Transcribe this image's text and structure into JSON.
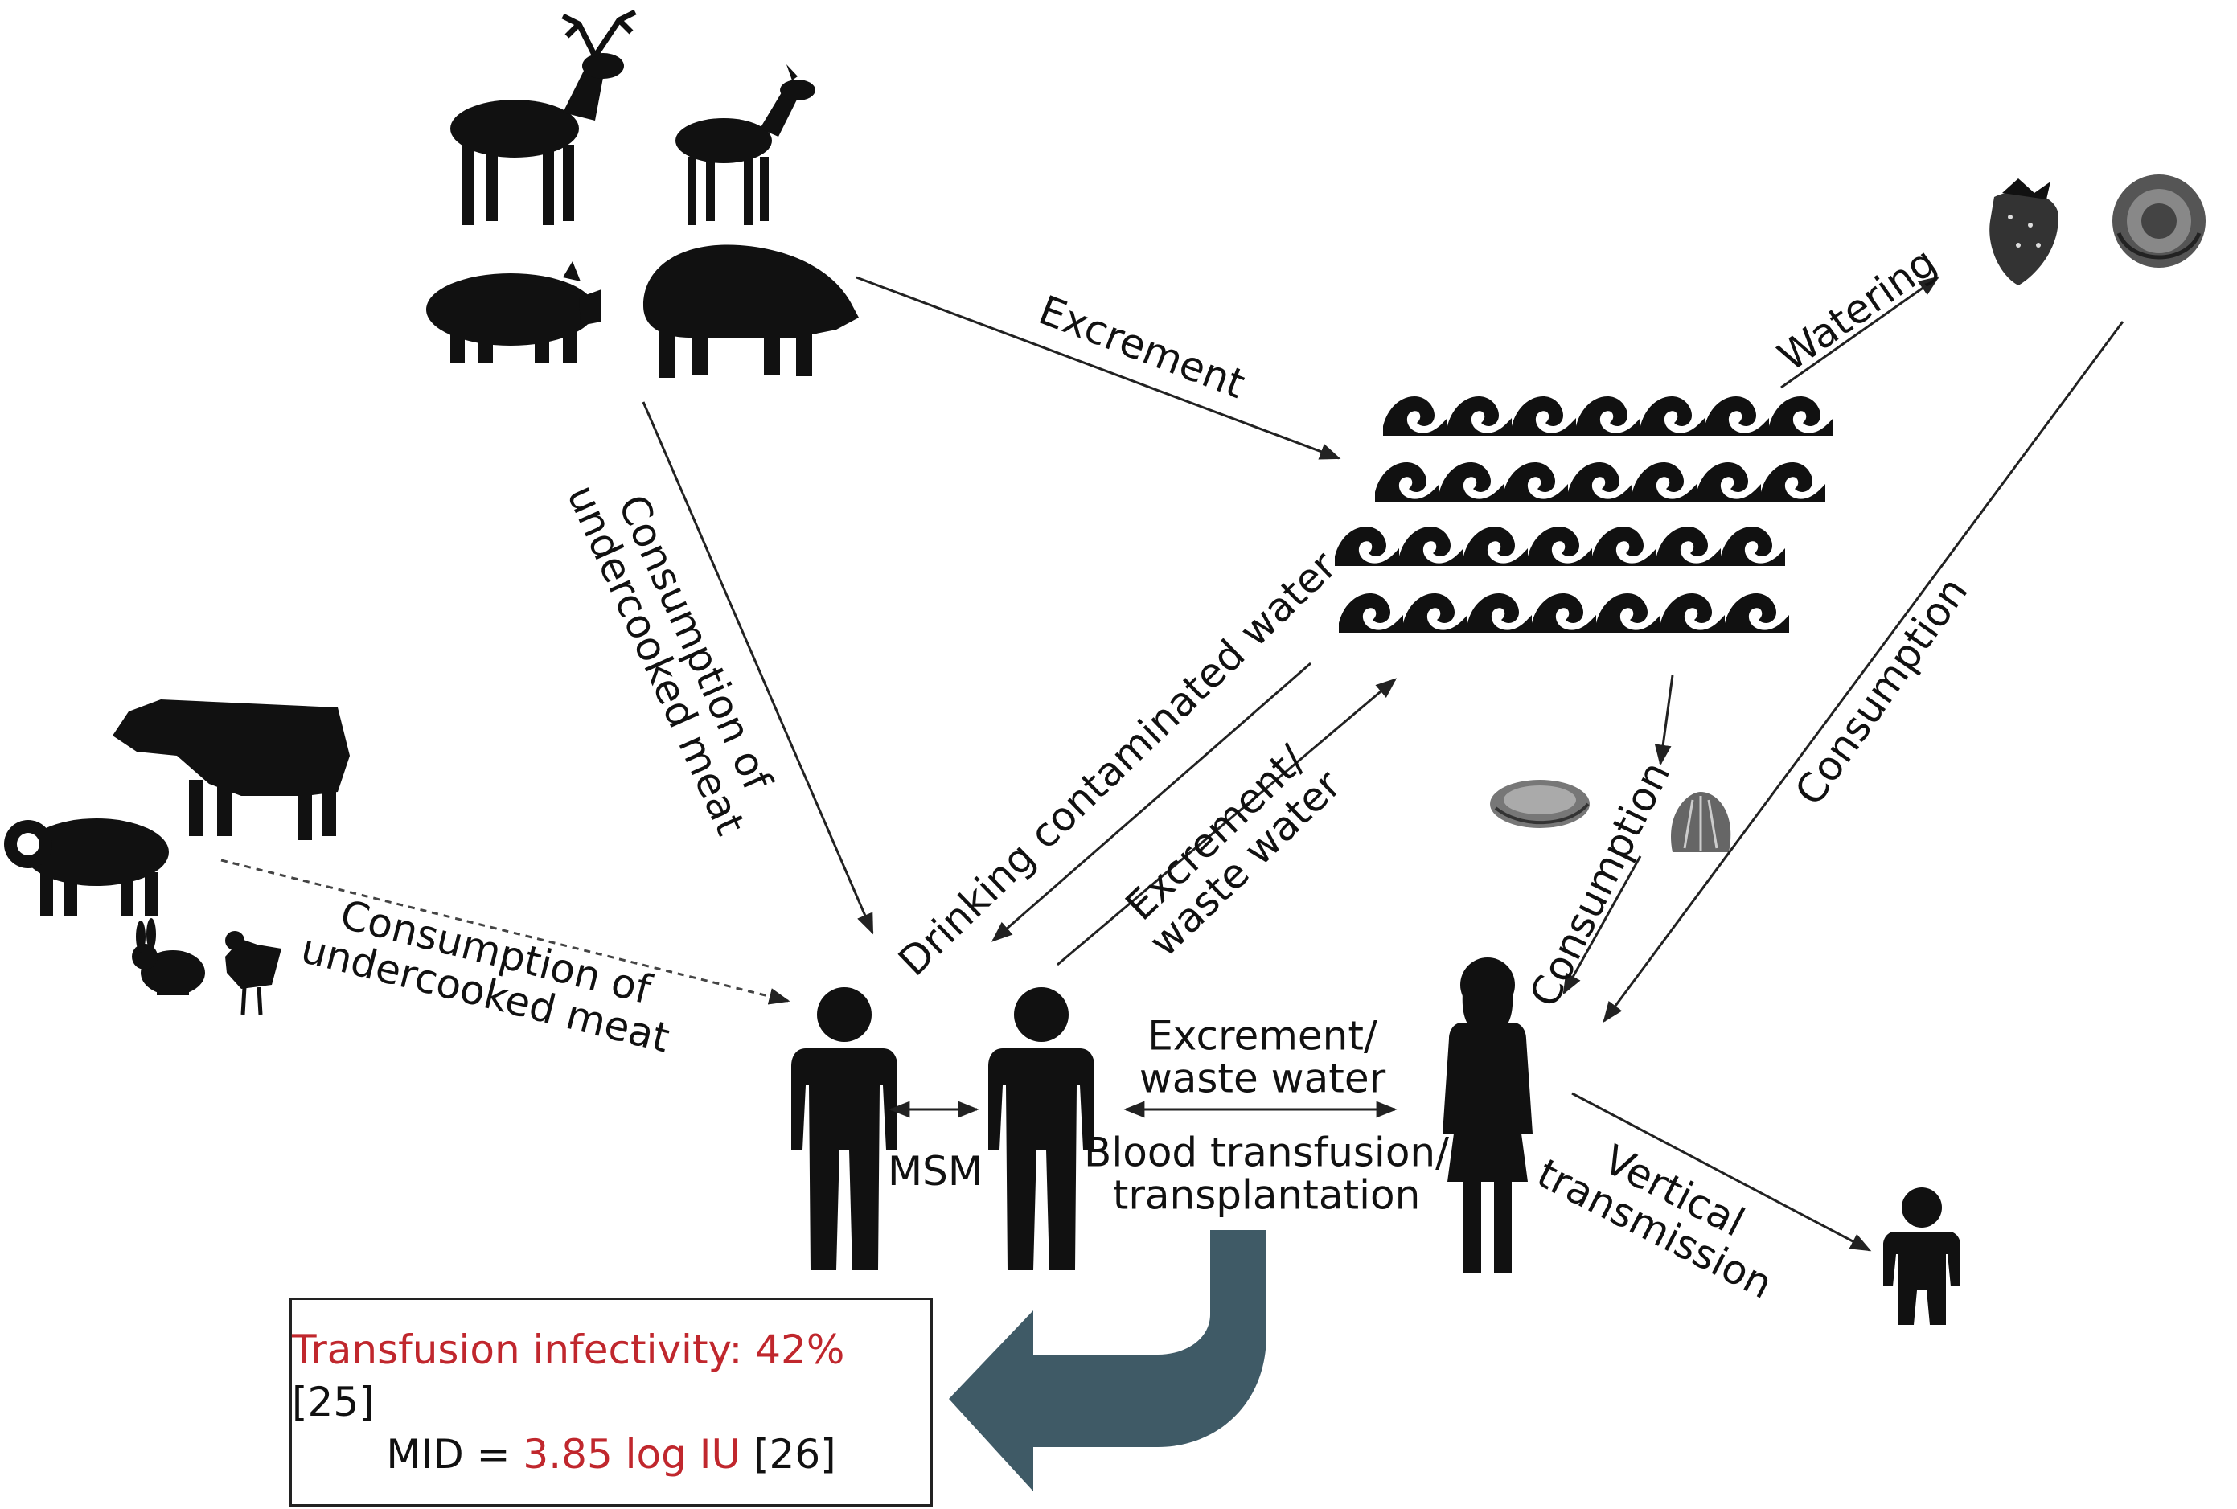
{
  "labels": {
    "excrement": "Excrement",
    "watering": "Watering",
    "consumption_meat_vertical": [
      "Consumption of",
      "undercooked meat"
    ],
    "consumption_meat_livestock": [
      "Consumption of",
      "undercooked meat"
    ],
    "drinking_water": "Drinking contaminated water",
    "excrement_waste_diag": [
      "Excrement/",
      "waste water"
    ],
    "consumption_shellfish": "Consumption",
    "consumption_produce": "Consumption",
    "msm": "MSM",
    "excrement_waste_horizontal": [
      "Excrement/",
      "waste water"
    ],
    "blood_transfusion": [
      "Blood transfusion/",
      "transplantation"
    ],
    "vertical_transmission": [
      "Vertical",
      "transmission"
    ]
  },
  "info_box": {
    "line1_red": "Transfusion infectivity: 42%",
    "line1_ref": " [25]",
    "line2_prefix": "MID = ",
    "line2_red": "3.85 log IU",
    "line2_ref": " [26]"
  },
  "icons": [
    "stag-icon",
    "doe-icon",
    "pig-icon",
    "wild-boar-icon",
    "cow-icon",
    "sheep-icon",
    "rabbit-icon",
    "chicken-icon",
    "water-waves-icon",
    "strawberry-icon",
    "cabbage-icon",
    "oyster-icon",
    "scallop-icon",
    "man-icon",
    "woman-icon",
    "child-icon",
    "curved-arrow-icon"
  ],
  "colors": {
    "accent_red": "#c0272d",
    "curved_arrow": "#3f5a66",
    "ink": "#111111"
  }
}
